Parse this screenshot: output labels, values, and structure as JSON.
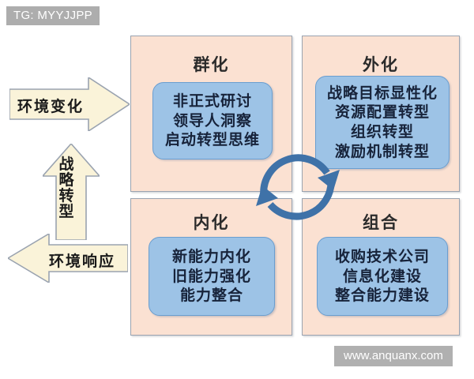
{
  "overlays": {
    "tg_tag": "TG: MYYJJPP",
    "watermark": "www.anquanx.com"
  },
  "colors": {
    "quadrant_bg": "#fbe1d2",
    "quadrant_border": "#9aa3b0",
    "inner_box_bg": "#9dc3e6",
    "inner_box_border": "#6a9ed0",
    "arrow_yellow": "#faf3d9",
    "arrow_yellow_border": "#9aa3b0",
    "cycle_arrow_blue": "#3f72a8",
    "tag_gray": "#adadad",
    "watermark_gray": "#b0b0b0",
    "title_text": "#2b2b2b",
    "inner_text": "#17233a"
  },
  "diagram": {
    "type": "quadrant-cycle",
    "quadrants": [
      {
        "id": "top-left",
        "title": "群化",
        "items": [
          "非正式研讨",
          "领导人洞察",
          "启动转型思维"
        ]
      },
      {
        "id": "top-right",
        "title": "外化",
        "items": [
          "战略目标显性化",
          "资源配置转型",
          "组织转型",
          "激励机制转型"
        ]
      },
      {
        "id": "bottom-left",
        "title": "内化",
        "items": [
          "新能力内化",
          "旧能力强化",
          "能力整合"
        ]
      },
      {
        "id": "bottom-right",
        "title": "组合",
        "items": [
          "收购技术公司",
          "信息化建设",
          "整合能力建设"
        ]
      }
    ],
    "side_arrows": [
      {
        "id": "environment-change",
        "label": "环境变化",
        "direction": "right"
      },
      {
        "id": "strategic-transformation",
        "label": "战略转型",
        "direction": "up"
      },
      {
        "id": "environment-response",
        "label": "环境响应",
        "direction": "left"
      }
    ],
    "center_cycle": {
      "direction": "clockwise",
      "segments": 2,
      "description": "循环箭头"
    }
  }
}
